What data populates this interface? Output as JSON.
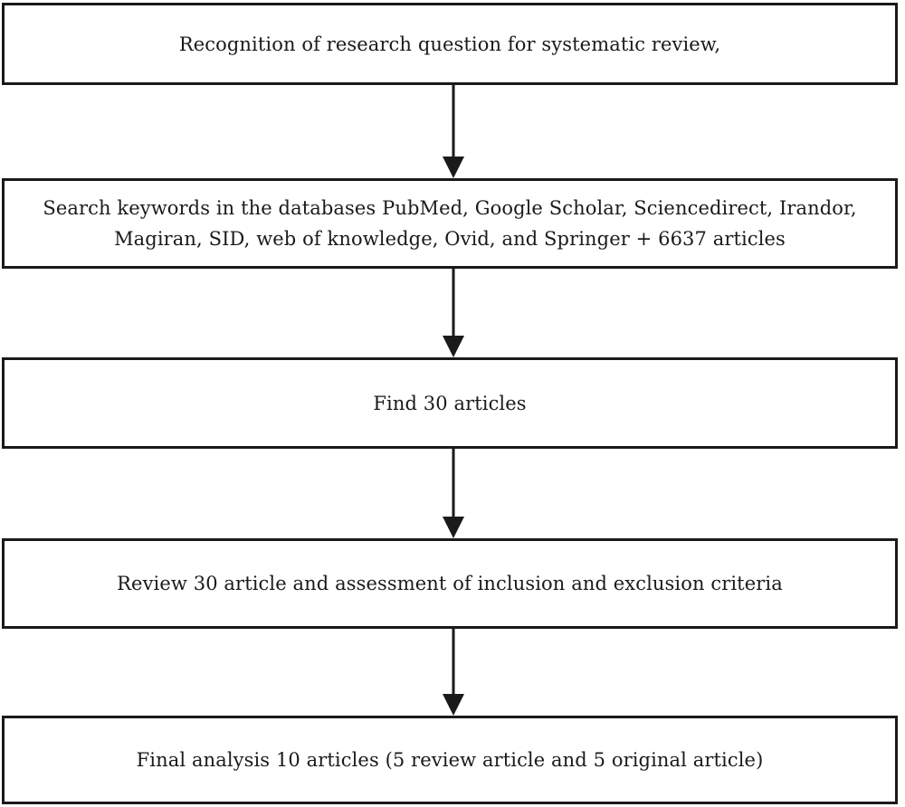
{
  "flowchart": {
    "steps": [
      {
        "text": "Recognition of research question for systematic review,"
      },
      {
        "text": "Search keywords in the databases PubMed, Google Scholar, Sciencedirect, Irandor, Magiran, SID, web of knowledge, Ovid, and Springer + 6637 articles"
      },
      {
        "text": "Find 30 articles"
      },
      {
        "text": "Review 30 article and assessment of inclusion and exclusion criteria"
      },
      {
        "text": "Final analysis 10 articles (5 review article and 5 original article)"
      }
    ],
    "colors": {
      "stroke": "#1a1a1a",
      "background": "#ffffff"
    }
  }
}
